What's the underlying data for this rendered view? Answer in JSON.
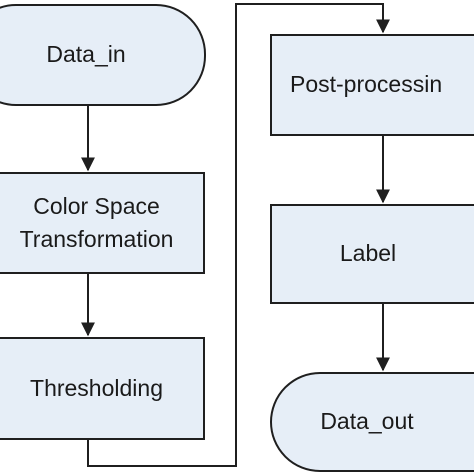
{
  "diagram": {
    "nodes": [
      {
        "id": "data-in",
        "shape": "terminal",
        "lines": [
          "Data_in"
        ]
      },
      {
        "id": "color-space-transformation",
        "shape": "process",
        "lines": [
          "Color Space",
          "Transformation"
        ]
      },
      {
        "id": "thresholding",
        "shape": "process",
        "lines": [
          "Thresholding"
        ]
      },
      {
        "id": "post-processing",
        "shape": "process",
        "lines": [
          "Post-processin"
        ]
      },
      {
        "id": "label",
        "shape": "process",
        "lines": [
          "Label"
        ]
      },
      {
        "id": "data-out",
        "shape": "terminal",
        "lines": [
          "Data_out"
        ]
      }
    ],
    "edges": [
      {
        "from": "data-in",
        "to": "color-space-transformation"
      },
      {
        "from": "color-space-transformation",
        "to": "thresholding"
      },
      {
        "from": "thresholding",
        "to": "post-processing"
      },
      {
        "from": "post-processing",
        "to": "label"
      },
      {
        "from": "label",
        "to": "data-out"
      }
    ],
    "colors": {
      "box_fill": "#e6eef7",
      "stroke": "#1f1f1f",
      "text": "#1a1a1a"
    }
  }
}
